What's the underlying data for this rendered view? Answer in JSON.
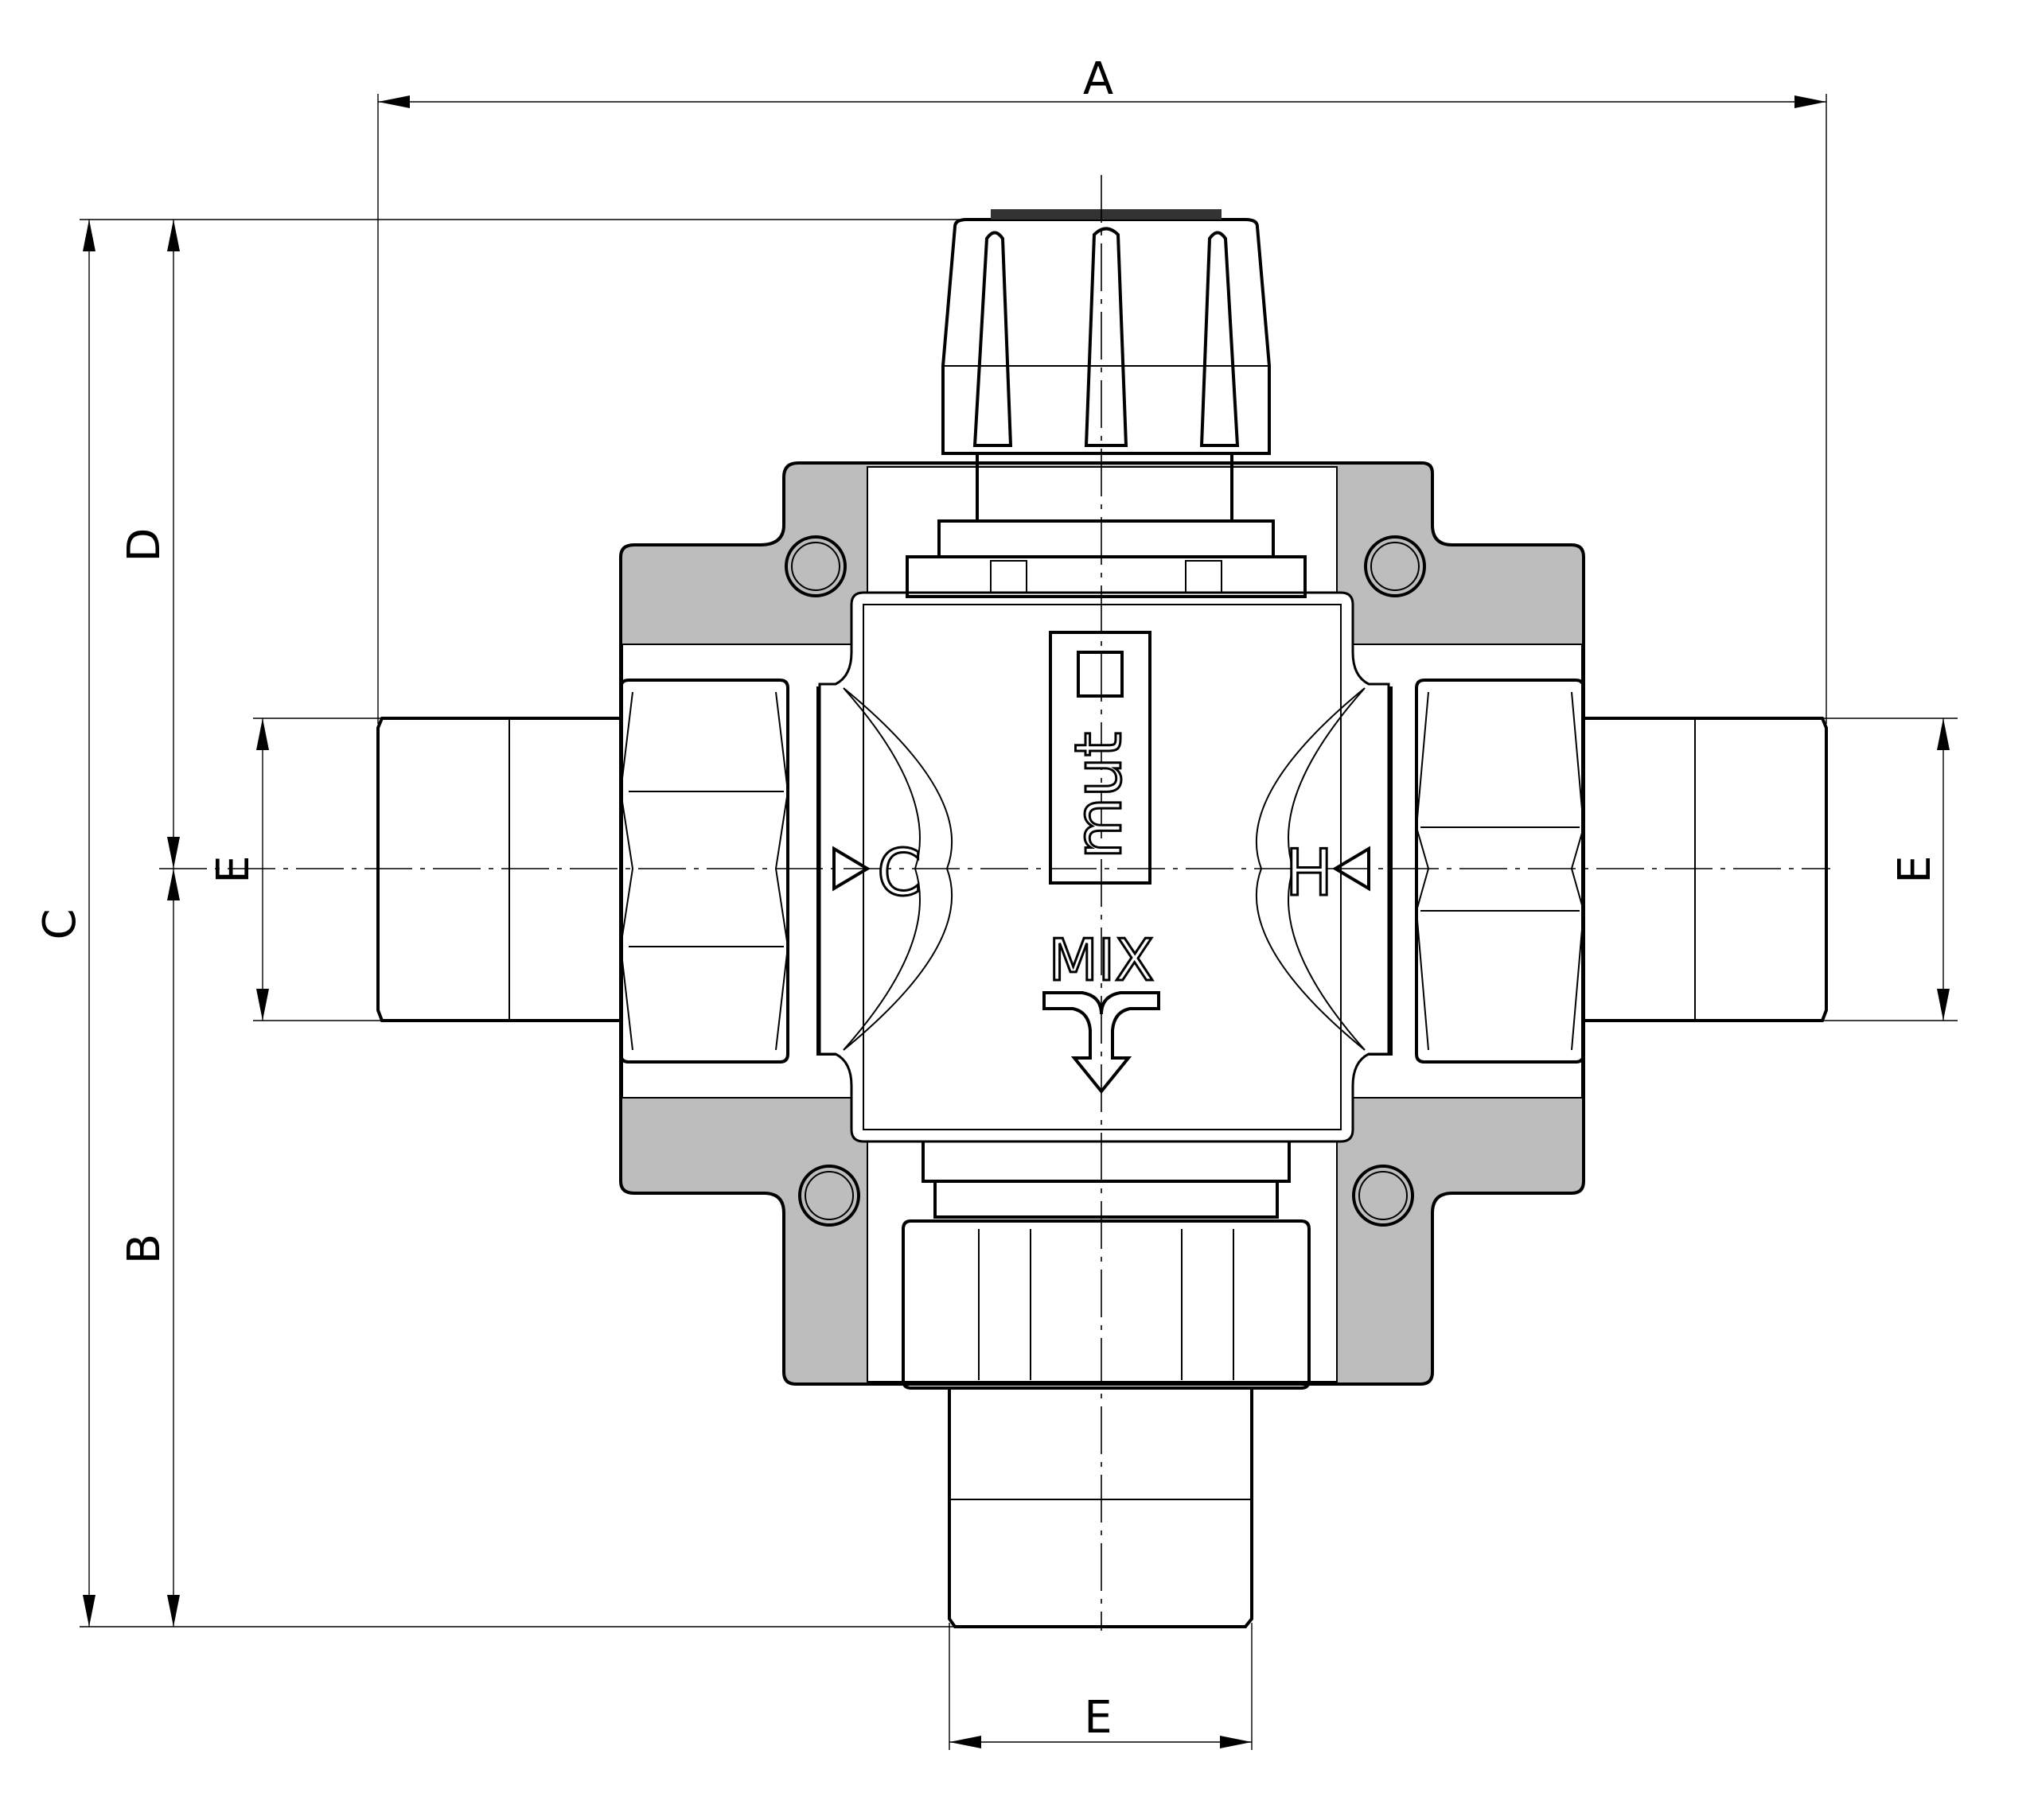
{
  "dimensions": {
    "A": "A",
    "B": "B",
    "C": "C",
    "D": "D",
    "E_left": "E",
    "E_right": "E",
    "E_bottom": "E"
  },
  "valve_markings": {
    "brand": "mut",
    "cold_port": "C",
    "hot_port": "H",
    "mix_port": "MIX"
  },
  "colors": {
    "line": "#000000",
    "flange_fill": "#bdbdbd",
    "background": "#ffffff"
  }
}
